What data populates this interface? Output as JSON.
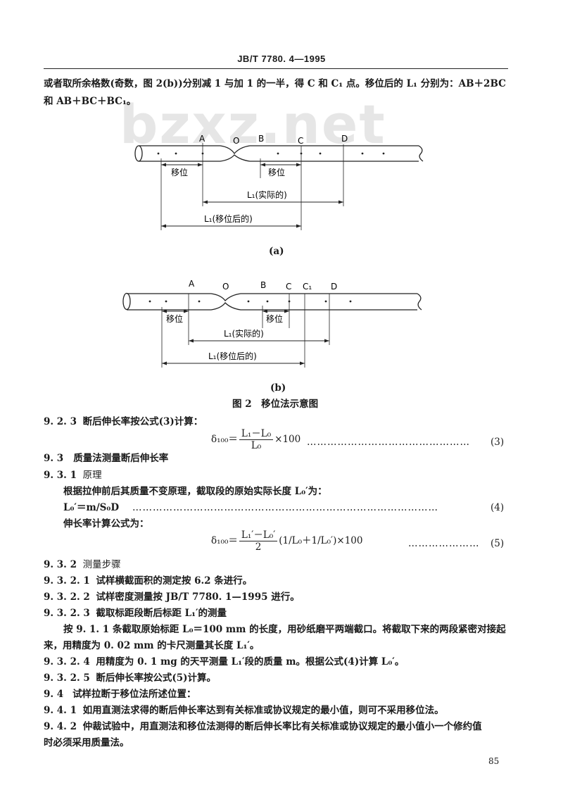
{
  "header": {
    "std_no": "JB/T 7780. 4—1995"
  },
  "watermark": "bzxz.net",
  "intro": {
    "line1": "或者取所余格数(奇数，图 2(b))分别减 1 与加 1 的一半，得 C 和 C₁ 点。移位后的 L₁ 分别为：AB＋2BC",
    "line2": "和 AB＋BC＋BC₁。"
  },
  "figure_a": {
    "points": [
      "A",
      "O",
      "B",
      "C",
      "D"
    ],
    "shift_left": "移位",
    "shift_right": "移位",
    "l1_actual": "L₁(实际的)",
    "l1_shifted": "L₁(移位后的)",
    "caption": "(a)"
  },
  "figure_b": {
    "points": [
      "A",
      "O",
      "B",
      "C",
      "C₁",
      "D"
    ],
    "shift_left": "移位",
    "shift_right": "移位",
    "l1_actual": "L₁(实际的)",
    "l1_shifted": "L₁(移位后的)",
    "caption": "(b)"
  },
  "figure_title": "图 2　移位法示意图",
  "s923": {
    "num": "9. 2. 3",
    "text": "断后伸长率按公式(3)计算："
  },
  "eq3": {
    "lhs": "δ₁₀₀＝",
    "num": "L₁－L₀",
    "den": "L₀",
    "rest": "×100",
    "no": "(3)"
  },
  "s93": {
    "num": "9. 3",
    "text": "质量法测量断后伸长率"
  },
  "s931": {
    "num": "9. 3. 1",
    "text": "原理"
  },
  "principle": "根据拉伸前后其质量不变原理，截取段的原始实际长度 L₀′为：",
  "eq4": {
    "text": "L₀′＝m/S₀D",
    "no": "(4)"
  },
  "formula_intro": "伸长率计算公式为：",
  "eq5": {
    "lhs": "δ₁₀₀＝",
    "num": "L₁′－L₀′",
    "den": "2",
    "rest": "(1/L₀＋1/L₀′)×100",
    "no": "(5)"
  },
  "s932": {
    "num": "9. 3. 2",
    "text": "测量步骤"
  },
  "s9321": {
    "num": "9. 3. 2. 1",
    "text": "试样横截面积的测定按 6.2 条进行。"
  },
  "s9322": {
    "num": "9. 3. 2. 2",
    "text": "试样密度测量按 JB/T 7780. 1—1995 进行。"
  },
  "s9323": {
    "num": "9. 3. 2. 3",
    "text": "截取标距段断后标距 L₁′的测量"
  },
  "s9323_body1": "按 9. 1. 1 条截取原始标距 L₀＝100 mm 的长度，用砂纸磨平两端截口。将截取下来的两段紧密对接起",
  "s9323_body2": "来，用精度为 0. 02 mm 的卡尺测量其长度 L₁′。",
  "s9324": {
    "num": "9. 3. 2. 4",
    "text": "用精度为 0. 1 mg 的天平测量 L₁′段的质量 m。根据公式(4)计算 L₀′。"
  },
  "s9325": {
    "num": "9. 3. 2. 5",
    "text": "断后伸长率按公式(5)计算。"
  },
  "s94": {
    "num": "9. 4",
    "text": "试样拉断于移位法所述位置："
  },
  "s941": {
    "num": "9. 4. 1",
    "text": "如用直测法求得的断后伸长率达到有关标准或协议规定的最小值，则可不采用移位法。"
  },
  "s942": {
    "num": "9. 4. 2",
    "text": "仲裁试验中，用直测法和移位法测得的断后伸长率比有关标准或协议规定的最小值小一个修约值"
  },
  "s942_cont": "时必须采用质量法。",
  "page_number": "85"
}
